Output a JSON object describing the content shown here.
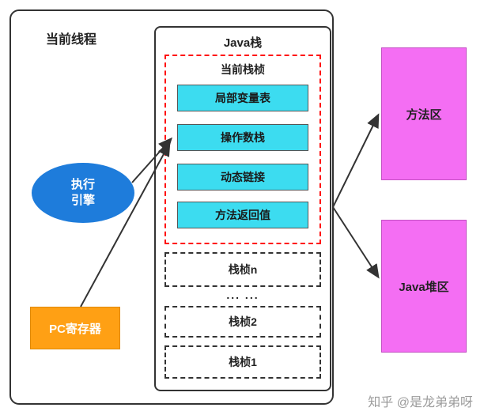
{
  "diagram": {
    "thread_label": "当前线程",
    "java_stack": {
      "title": "Java栈",
      "current_frame": {
        "title": "当前栈桢",
        "items": [
          "局部变量表",
          "操作数栈",
          "动态链接",
          "方法返回值"
        ]
      },
      "other_frames": {
        "frame_n": "栈桢n",
        "ellipsis": "... ...",
        "frame_2": "栈桢2",
        "frame_1": "栈桢1"
      }
    },
    "execution_engine": "执行\n引擎",
    "pc_register": "PC寄存器",
    "method_area": "方法区",
    "heap_area": "Java堆区"
  },
  "colors": {
    "frame_item_bg": "#3cdcf0",
    "engine_bg": "#1e7cdb",
    "pc_register_bg": "#ffa014",
    "pink_box_bg": "#f46ef3",
    "current_frame_border": "#ff0000",
    "arrow": "#333333"
  },
  "watermark": "知乎 @是龙弟弟呀"
}
